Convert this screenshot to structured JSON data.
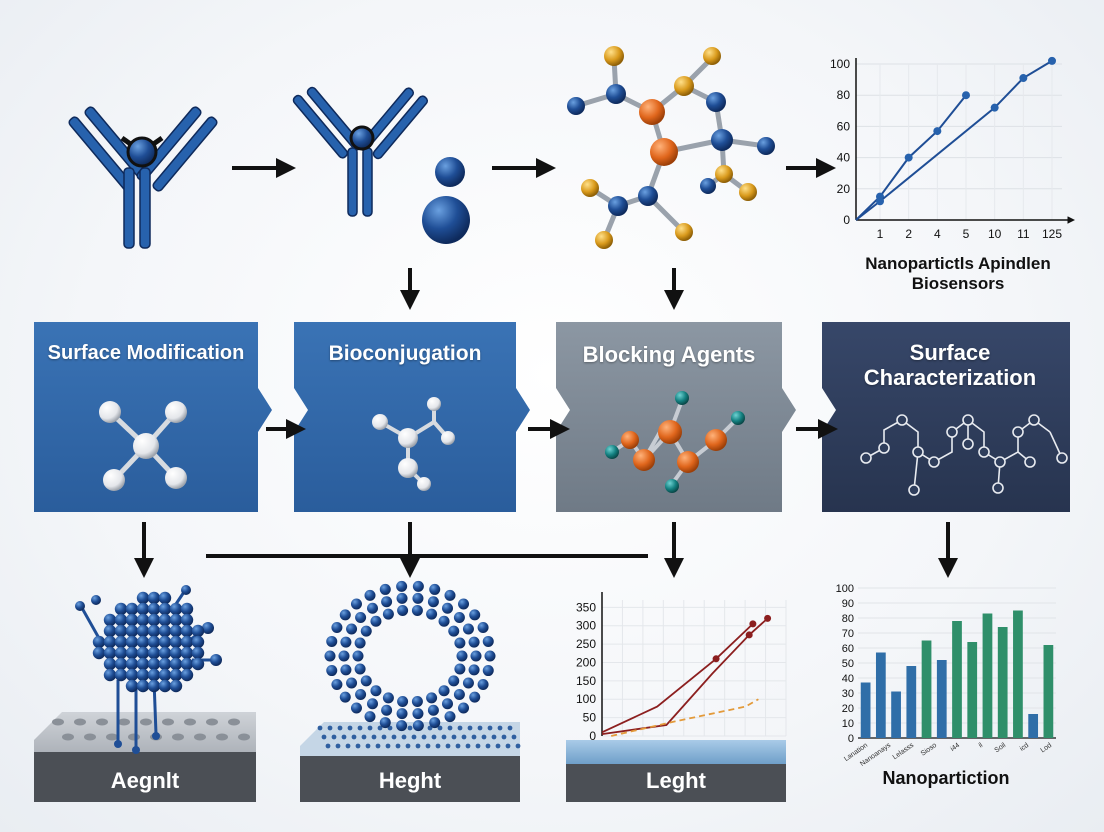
{
  "flow_steps": [
    {
      "label": "Surface Modification",
      "color": "#2f66a8"
    },
    {
      "label": "Bioconjugation",
      "color": "#2f66a8"
    },
    {
      "label": "Blocking Agents",
      "color": "#7f8c99"
    },
    {
      "label": "Surface Characterization",
      "color": "#2f3e5c"
    }
  ],
  "top_chart_caption": "Nanopartictls Apindlen Biosensors",
  "base_labels": [
    "Aegnlt",
    "Heght",
    "Leght"
  ],
  "bottom_chart_caption": "Nanopartiction",
  "colors": {
    "molecule_blue": "#1f4e96",
    "atom_orange": "#e0661c",
    "atom_gold": "#d99a1c",
    "line_red": "#8c1f1f",
    "bar_blue": "#2f6ea8",
    "bar_green": "#2f8f6a"
  },
  "chart_data": [
    {
      "type": "line",
      "categories": [
        "1",
        "2",
        "4",
        "5",
        "10",
        "11",
        "125"
      ],
      "ylim": [
        0,
        100
      ],
      "yticks": [
        "0",
        "20",
        "40",
        "60",
        "80",
        "100"
      ],
      "series": [
        {
          "values": [
            15,
            40,
            57,
            80,
            null,
            null,
            null
          ]
        },
        {
          "values": [
            12,
            null,
            null,
            null,
            72,
            91,
            102
          ]
        }
      ],
      "title": "Nanopartictls Apindlen Biosensors",
      "grid": true
    },
    {
      "type": "line",
      "ylim": [
        0,
        370
      ],
      "yticks": [
        "0",
        "50",
        "100",
        "150",
        "200",
        "250",
        "300",
        "350"
      ],
      "series": [
        {
          "style": "solid",
          "values": [
            [
              0,
              10
            ],
            [
              0.3,
              80
            ],
            [
              0.62,
              210
            ],
            [
              0.82,
              305
            ]
          ]
        },
        {
          "style": "solid",
          "values": [
            [
              0,
              5
            ],
            [
              0.35,
              30
            ],
            [
              0.6,
              170
            ],
            [
              0.8,
              275
            ],
            [
              0.9,
              320
            ]
          ]
        },
        {
          "style": "dashed",
          "values": [
            [
              0.05,
              0
            ],
            [
              0.4,
              40
            ],
            [
              0.78,
              80
            ],
            [
              0.85,
              100
            ]
          ]
        }
      ],
      "grid": true
    },
    {
      "type": "bar",
      "categories": [
        "Lanation",
        "Nanoanays",
        "Lelasss",
        "Sioso",
        "i44",
        "il",
        "Soil",
        "icd",
        "Lod"
      ],
      "ylim": [
        0,
        100
      ],
      "yticks": [
        "0",
        "10",
        "20",
        "30",
        "40",
        "50",
        "60",
        "70",
        "80",
        "90",
        "100"
      ],
      "values": [
        37,
        57,
        31,
        48,
        65,
        52,
        78,
        64,
        83,
        74,
        85,
        16,
        62
      ],
      "bar_colors": [
        "#2f6ea8",
        "#2f6ea8",
        "#2f6ea8",
        "#2f6ea8",
        "#2f8f6a",
        "#2f6ea8",
        "#2f8f6a",
        "#2f8f6a",
        "#2f8f6a",
        "#2f8f6a",
        "#2f8f6a",
        "#2f6ea8",
        "#2f8f6a"
      ],
      "title": "Nanopartiction",
      "grid": true
    }
  ]
}
